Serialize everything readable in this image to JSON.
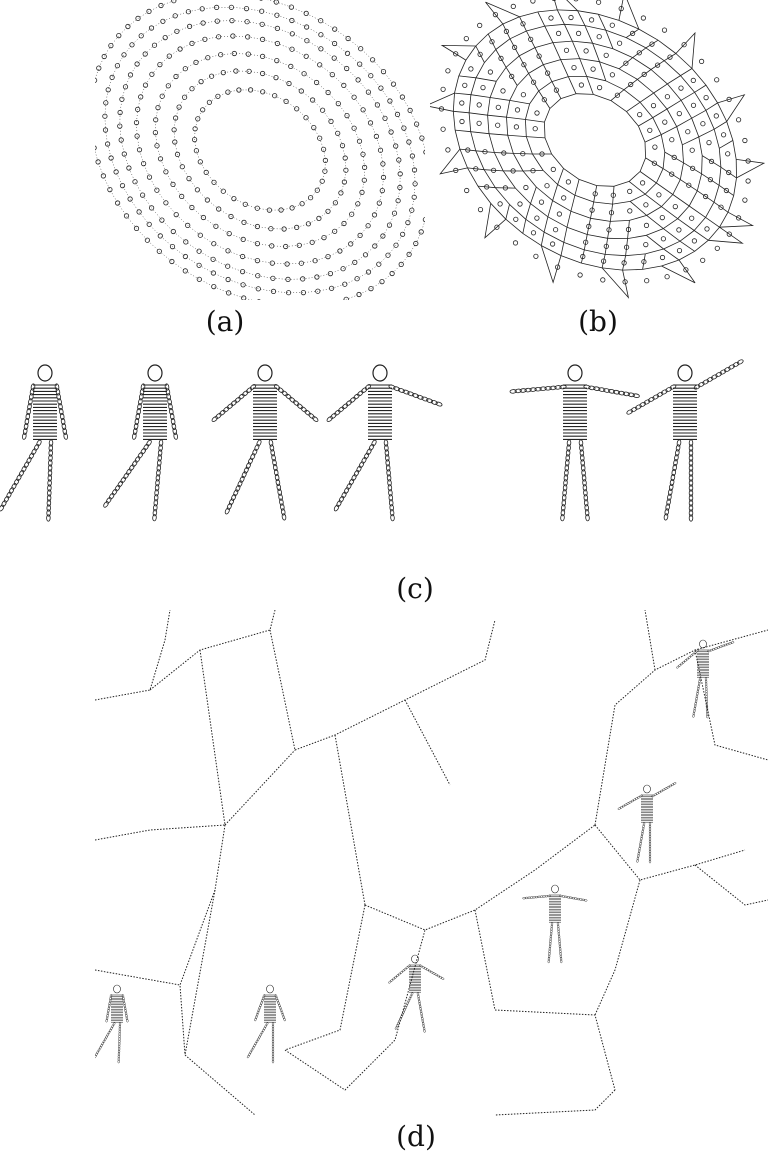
{
  "figure": {
    "panels": [
      {
        "id": "a",
        "label": "(a)",
        "content": "concentric-elliptical-point-rings"
      },
      {
        "id": "b",
        "label": "(b)",
        "content": "voronoi-diagram-of-points"
      },
      {
        "id": "c",
        "label": "(c)",
        "content": "sequence-of-human-figure-poses"
      },
      {
        "id": "d",
        "label": "(d)",
        "content": "voronoi-cells-with-human-figures"
      }
    ],
    "ink_color": "#222222",
    "background_color": "#ffffff"
  }
}
